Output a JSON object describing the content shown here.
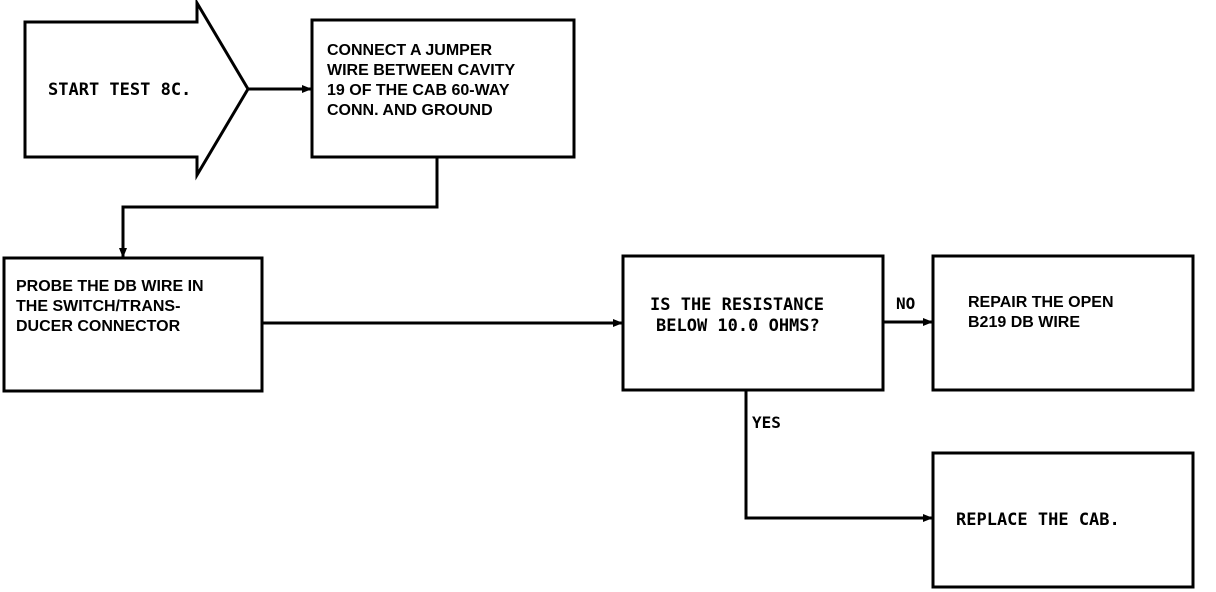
{
  "start": {
    "label": "START TEST 8C."
  },
  "step_connect": {
    "lines": [
      "CONNECT A JUMPER",
      "WIRE BETWEEN CAVITY",
      "19 OF THE CAB 60-WAY",
      "CONN. AND GROUND"
    ]
  },
  "step_probe": {
    "lines": [
      "PROBE THE DB WIRE IN",
      "THE SWITCH/TRANS-",
      "DUCER CONNECTOR"
    ]
  },
  "decision": {
    "lines": [
      "IS THE RESISTANCE",
      "BELOW 10.0 OHMS?"
    ],
    "no_label": "NO",
    "yes_label": "YES"
  },
  "result_repair": {
    "lines": [
      "REPAIR THE OPEN",
      "B219 DB WIRE"
    ]
  },
  "result_replace": {
    "label": "REPLACE THE CAB."
  },
  "colors": {
    "stroke": "#000000",
    "background": "#ffffff"
  }
}
